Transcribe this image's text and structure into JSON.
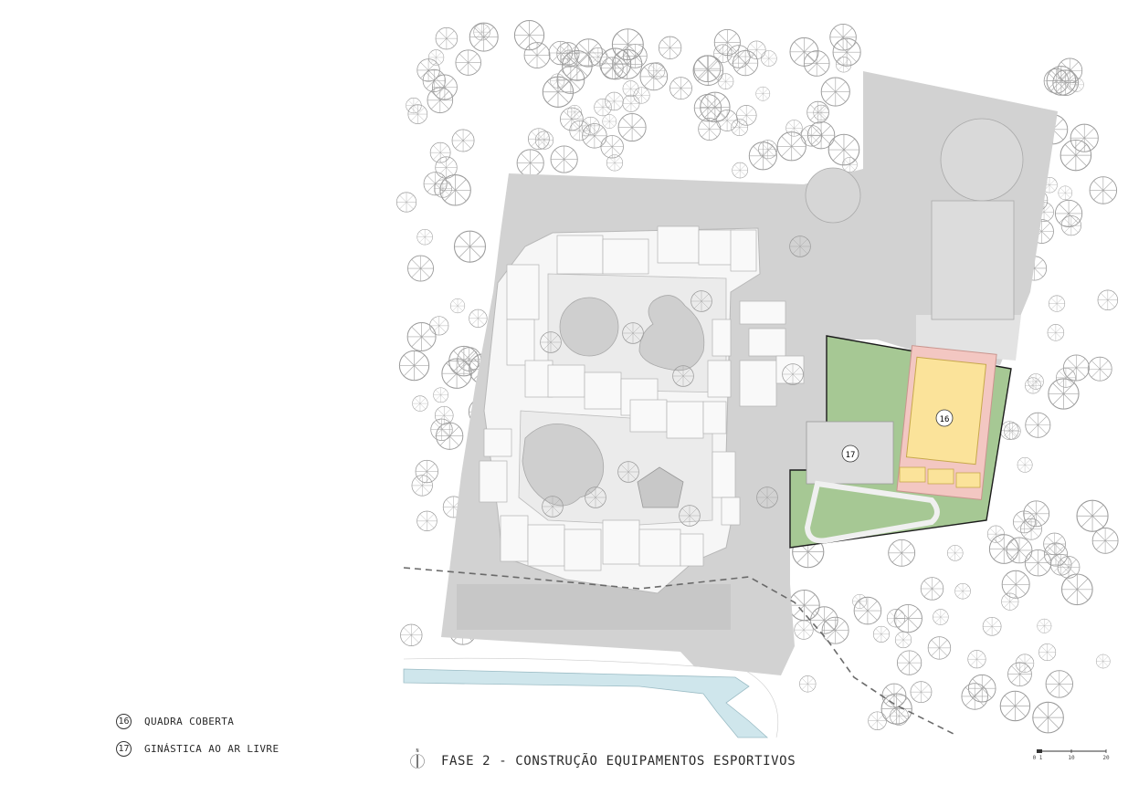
{
  "legend": [
    {
      "number": "16",
      "label": "QUADRA COBERTA"
    },
    {
      "number": "17",
      "label": "GINÁSTICA AO AR LIVRE"
    }
  ],
  "plan_title": "FASE 2 - CONSTRUÇÃO EQUIPAMENTOS ESPORTIVOS",
  "north_label": "N",
  "scale_bar": {
    "ticks": [
      "0 1",
      "10",
      "20"
    ]
  },
  "markers": [
    {
      "number": "16"
    },
    {
      "number": "17"
    }
  ],
  "colors": {
    "site_gray": "#d2d2d2",
    "courtyard": "#ebebeb",
    "roof": "#f6f6f6",
    "green_area": "#a6c894",
    "court_yellow": "#fbe39a",
    "court_pink": "#f3c7c2",
    "stream": "#cfe6ec"
  },
  "icons": [
    "north-arrow-icon",
    "tree-icon"
  ]
}
